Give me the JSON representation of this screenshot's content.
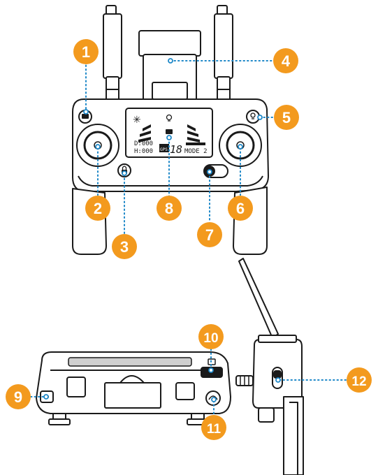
{
  "callouts": [
    {
      "number": "1",
      "part": "photo-button"
    },
    {
      "number": "2",
      "part": "left-stick"
    },
    {
      "number": "3",
      "part": "lock-button"
    },
    {
      "number": "4",
      "part": "phone-holder"
    },
    {
      "number": "5",
      "part": "light-button"
    },
    {
      "number": "6",
      "part": "right-stick"
    },
    {
      "number": "7",
      "part": "power-switch"
    },
    {
      "number": "8",
      "part": "lcd-display"
    },
    {
      "number": "9",
      "part": "left-shoulder-button"
    },
    {
      "number": "10",
      "part": "video-button"
    },
    {
      "number": "11",
      "part": "speed-button"
    },
    {
      "number": "12",
      "part": "side-switch"
    }
  ],
  "lcd": {
    "d_readout": "D:000",
    "h_readout": "H:000",
    "gps_label": "GPS",
    "gps_count": "18",
    "mode_label": "MODE 2"
  },
  "colors": {
    "badge": "#f39a1e",
    "leader": "#1e88c8",
    "outline": "#1a1a1a"
  }
}
